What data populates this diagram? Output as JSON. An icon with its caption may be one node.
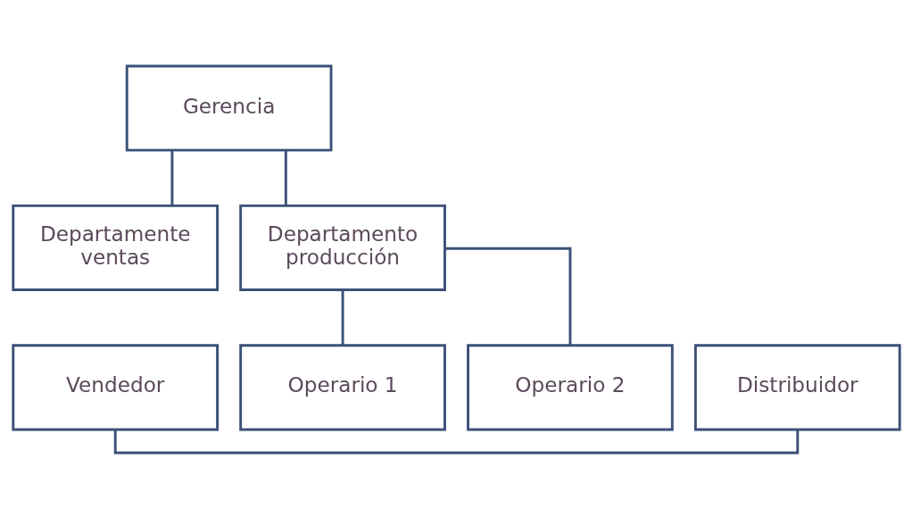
{
  "diagram": {
    "nodes": [
      {
        "text": [
          "Gerencia"
        ]
      },
      {
        "text": [
          "Departamente ventas"
        ]
      },
      {
        "text": [
          "Departamento producción"
        ]
      },
      {
        "text": [
          "Vendedor"
        ]
      },
      {
        "text": [
          "Distribuidor"
        ]
      },
      {
        "text": [
          "Operario 1"
        ]
      },
      {
        "text": [
          "Operario 2"
        ]
      }
    ],
    "edges": [
      {
        "from": 0,
        "to": 1,
        "arrow": "none"
      },
      {
        "from": 0,
        "to": 2,
        "arrow": "none"
      },
      {
        "from": 3,
        "to": 4,
        "arrow": "none"
      },
      {
        "from": 2,
        "to": 5,
        "arrow": "none"
      },
      {
        "from": 2,
        "to": 6,
        "arrow": "none"
      }
    ]
  }
}
